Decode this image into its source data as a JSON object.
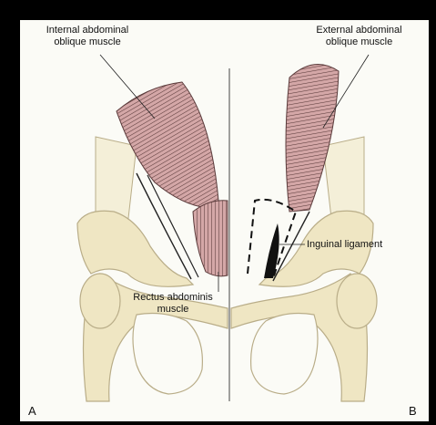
{
  "labels": {
    "internal_oblique": "Internal abdominal\noblique muscle",
    "external_oblique": "External abdominal\noblique muscle",
    "inguinal_ligament": "Inguinal ligament",
    "rectus_abdominis": "Rectus abdominis\nmuscle"
  },
  "panels": {
    "left": "A",
    "right": "B"
  },
  "colors": {
    "bone": "#efe6c3",
    "bone_outline": "#b9ad88",
    "muscle": "#c99a9a",
    "muscle_stripe": "#5a3a3a",
    "background": "#000000",
    "panel": "#fbfbf6"
  }
}
